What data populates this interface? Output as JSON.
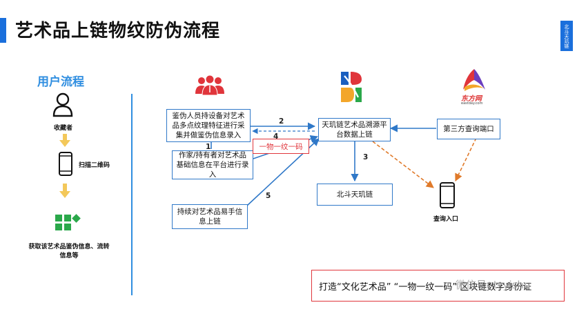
{
  "header": {
    "title": "艺术品上链物纹防伪流程",
    "side_tab": "北斗天玑链",
    "accent": "#1a6fdc"
  },
  "user_flow": {
    "title": "用户流程",
    "collector": "收藏者",
    "scan": "扫描二维码",
    "obtain": "获取该艺术品鉴伪信息、流转信息等"
  },
  "flow": {
    "appraiser_box": "鉴伪人员持设备对艺术品多点纹理特征进行采集并做鉴伪信息录入",
    "author_box": "作家/持有者对艺术品基础信息在平台进行录入",
    "transfer_box": "持续对艺术品易手信息上链",
    "platform_box": "天玑链艺术品溯源平台数据上链",
    "third_party_box": "第三方查询端口",
    "beidou_box": "北斗天玑链",
    "one_code_box": "一物一纹一码",
    "query_entry": "查询入口",
    "dongfang_logo": "东方网",
    "dongfang_sub": "eastday.com",
    "step_numbers": [
      "1",
      "2",
      "3",
      "4",
      "5"
    ]
  },
  "banner": {
    "text": "打造“文化艺术品” “一物一纹一码” 区块链数字身份证",
    "watermark": "微信号: tzyishu"
  },
  "colors": {
    "blue": "#2f78c8",
    "red": "#e0353b",
    "orange": "#e07a2a",
    "green": "#2aa84a",
    "yellow": "#f3c85a"
  }
}
